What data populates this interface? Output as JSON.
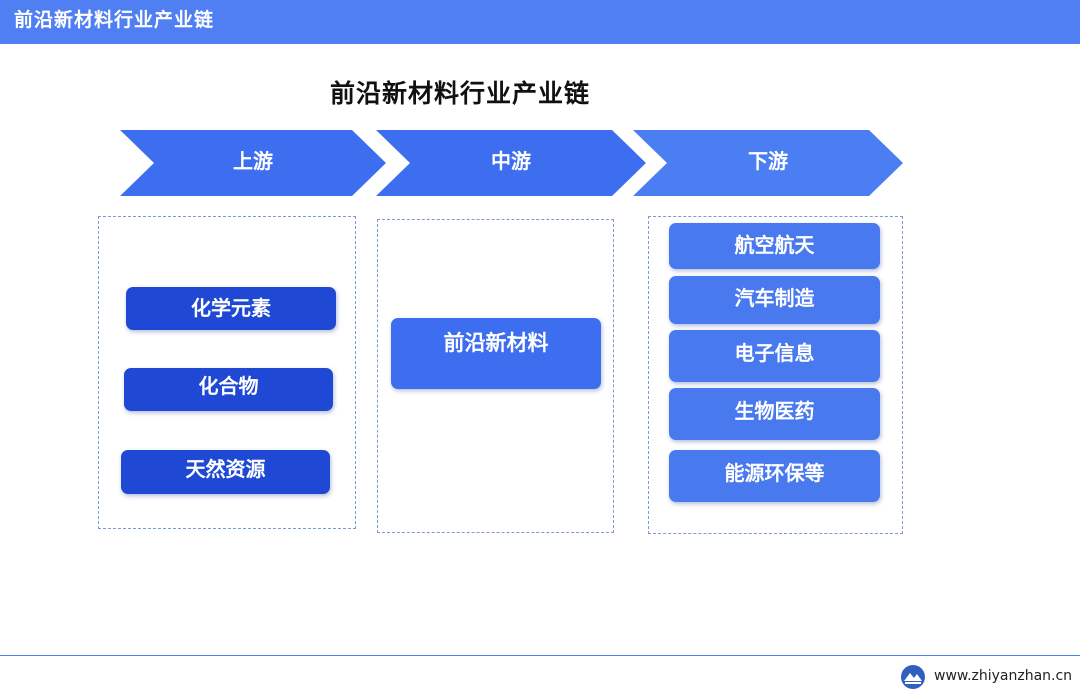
{
  "header": {
    "title": "前沿新材料行业产业链"
  },
  "diagram": {
    "title": "前沿新材料行业产业链",
    "stages": [
      {
        "label": "上游",
        "items": [
          "化学元素",
          "化合物",
          "天然资源"
        ]
      },
      {
        "label": "中游",
        "items": [
          "前沿新材料"
        ]
      },
      {
        "label": "下游",
        "items": [
          "航空航天",
          "汽车制造",
          "电子信息",
          "生物医药",
          "能源环保等"
        ]
      }
    ]
  },
  "colors": {
    "header_bar": "#4f7ff3",
    "arrow_fill": "#3e6ef0",
    "upstream_item": "#1f49d4",
    "midstream_item": "#3e6ef0",
    "downstream_item": "#4979ee",
    "panel_border": "#7b9bd6"
  },
  "footer": {
    "url": "www.zhiyanzhan.cn"
  }
}
